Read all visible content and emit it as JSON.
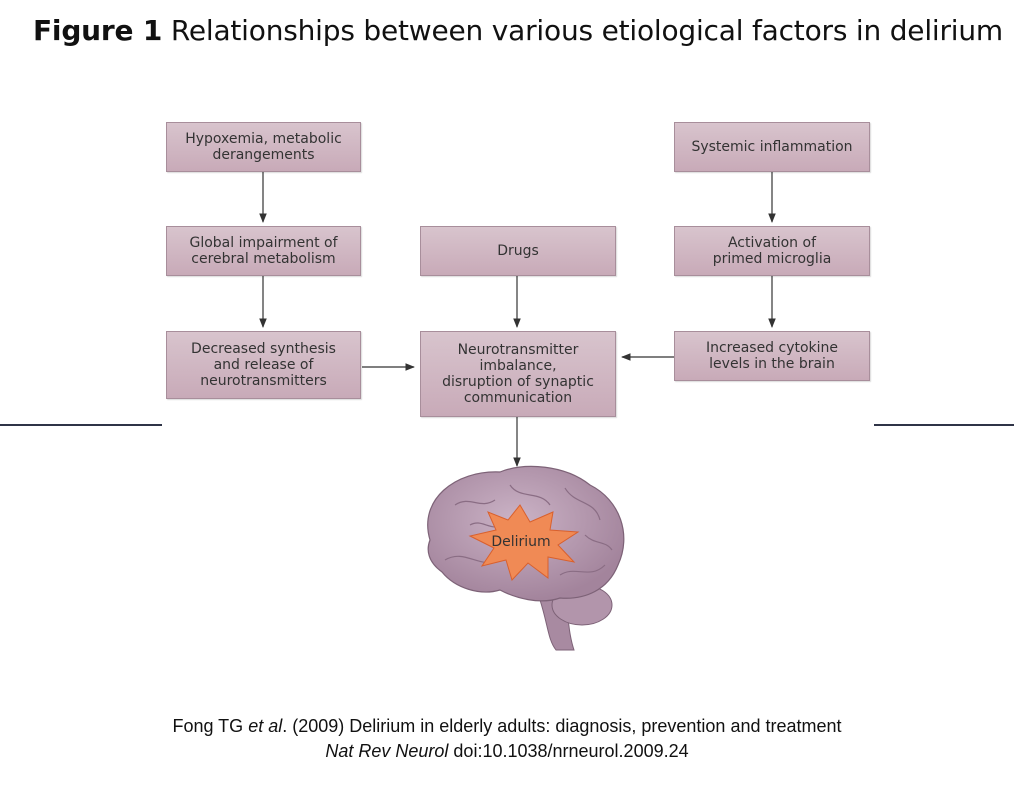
{
  "title": {
    "bold": "Figure 1",
    "text": "Relationships between various etiological factors in delirium"
  },
  "boxes": {
    "hypoxemia": "Hypoxemia, metabolic\nderangements",
    "systemic_inflammation": "Systemic inflammation",
    "global_impairment": "Global impairment of\ncerebral metabolism",
    "drugs": "Drugs",
    "activation_microglia": "Activation of\nprimed microglia",
    "decreased_synthesis": "Decreased synthesis\nand release of\nneurotransmitters",
    "neurotransmitter_imbalance": "Neurotransmitter\nimbalance,\ndisruption of synaptic\ncommunication",
    "increased_cytokine": "Increased cytokine\nlevels in the brain"
  },
  "outcome": "Delirium",
  "citation": {
    "line1_author": "Fong TG",
    "line1_etal": "et al",
    "line1_rest": ". (2009) Delirium in elderly adults: diagnosis, prevention and treatment",
    "line2_journal": "Nat Rev Neurol",
    "line2_doi": " doi:10.1038/nrneurol.2009.24"
  },
  "colors": {
    "box_fill": "#d0b6c2",
    "brain": "#b79ab0",
    "burst": "#f08a55",
    "rule": "#2f3447"
  }
}
